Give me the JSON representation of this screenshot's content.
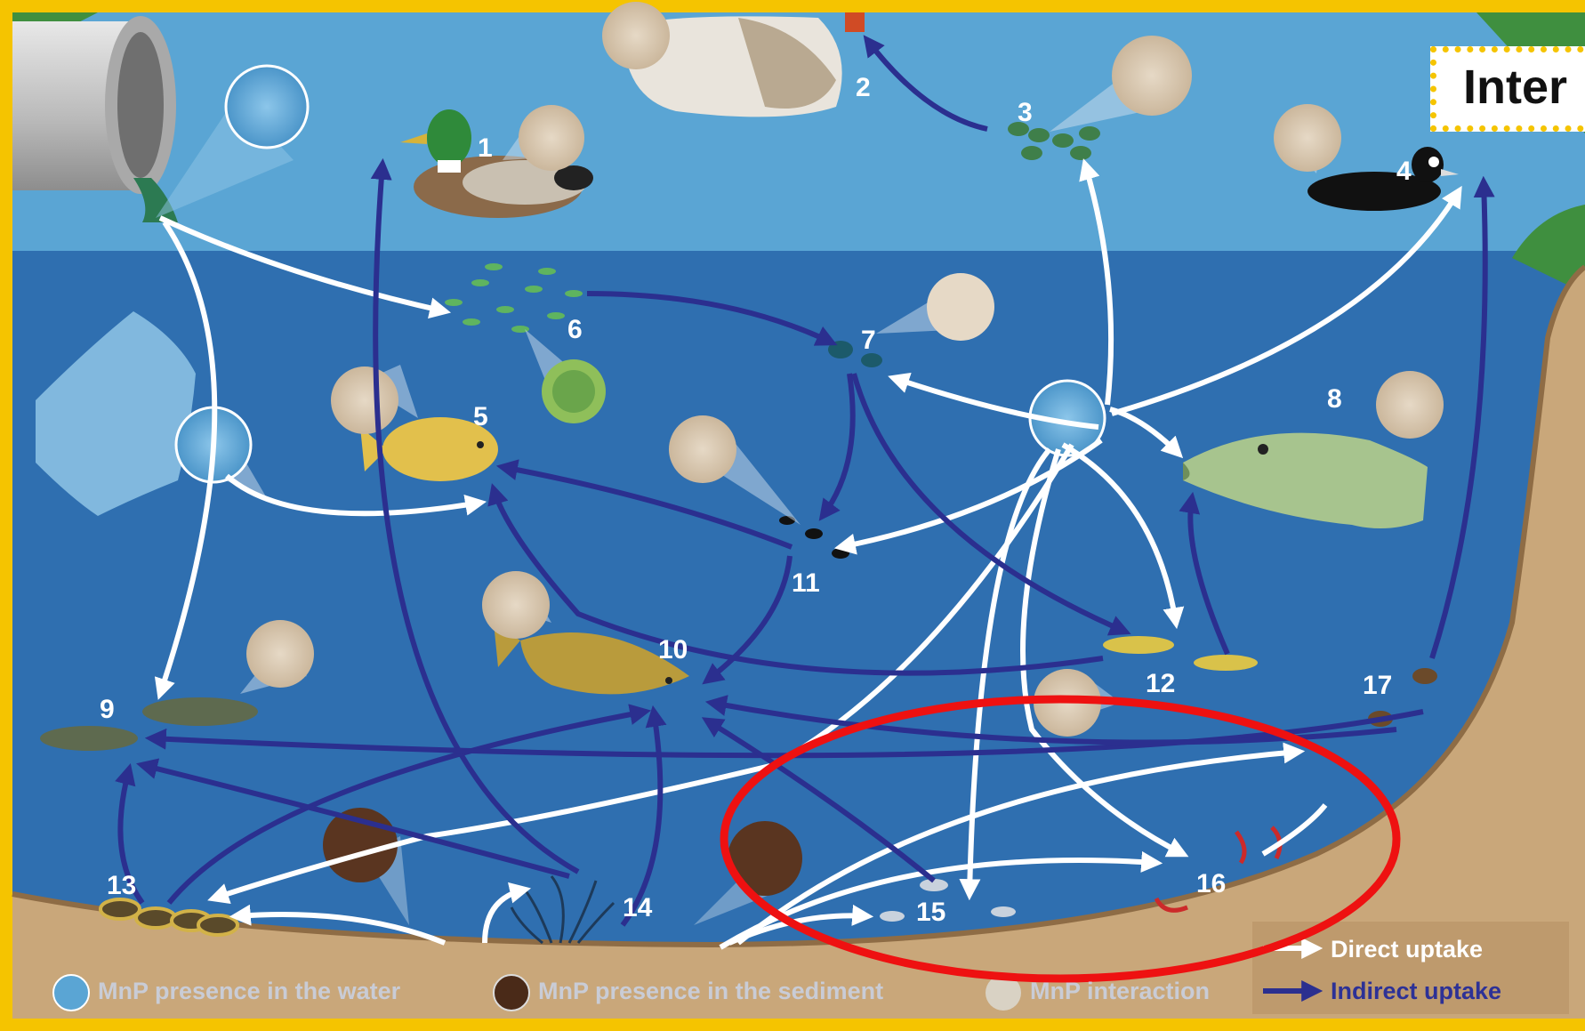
{
  "banner": {
    "text": "Inter"
  },
  "labels": [
    "1",
    "2",
    "3",
    "4",
    "5",
    "6",
    "7",
    "8",
    "9",
    "10",
    "11",
    "12",
    "13",
    "14",
    "15",
    "16",
    "17"
  ],
  "legend": {
    "water": "MnP presence in the water",
    "sediment": "MnP presence in the sediment",
    "interaction": "MnP interaction",
    "direct": "Direct uptake",
    "indirect": "Indirect uptake"
  },
  "colors": {
    "frame": "#f5c400",
    "sky_water": "#4f9fcf",
    "deep_water": "#2f6fb0",
    "sediment": "#c9a77a",
    "direct_arrow": "#ffffff",
    "indirect_arrow": "#2b2f8f",
    "highlight": "#ee1111"
  },
  "icons": [
    "pipe-icon",
    "duck-icon",
    "bird-icon",
    "algae-icon",
    "coot-icon",
    "fish-icon",
    "pike-icon",
    "plastic-bag-icon",
    "worm-icon",
    "shrimp-icon",
    "mussel-icon",
    "plant-icon",
    "particle-bubble-icon"
  ]
}
